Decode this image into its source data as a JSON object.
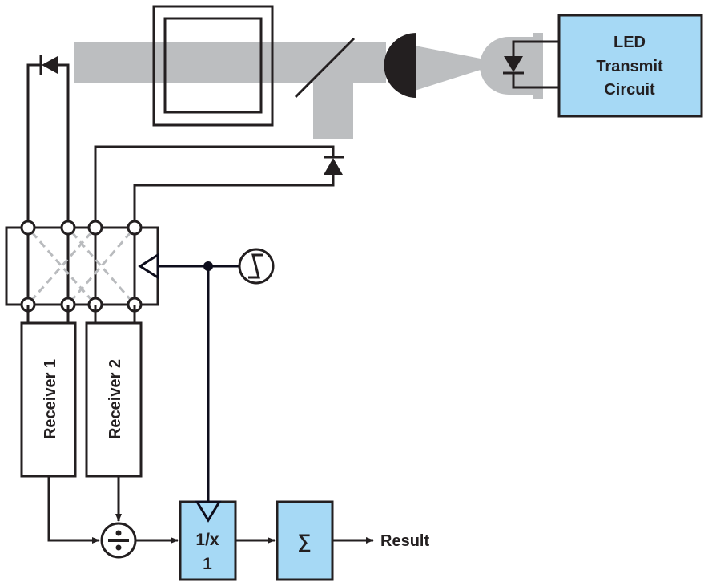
{
  "figure": {
    "led_block": {
      "lines": [
        "LED",
        "Transmit",
        "Circuit"
      ]
    },
    "receivers": [
      {
        "label": "Receiver 1"
      },
      {
        "label": "Receiver 2"
      }
    ],
    "reciprocal_block": {
      "lines": [
        "1/x",
        "1"
      ]
    },
    "sum_block": {
      "label": "∑"
    },
    "output": {
      "label": "Result"
    },
    "divider_symbol": "÷",
    "colors": {
      "block_fill": "#a6d9f5",
      "beam": "#bcbec0",
      "line": "#231f20",
      "dashed": "#b9bbbe"
    }
  }
}
